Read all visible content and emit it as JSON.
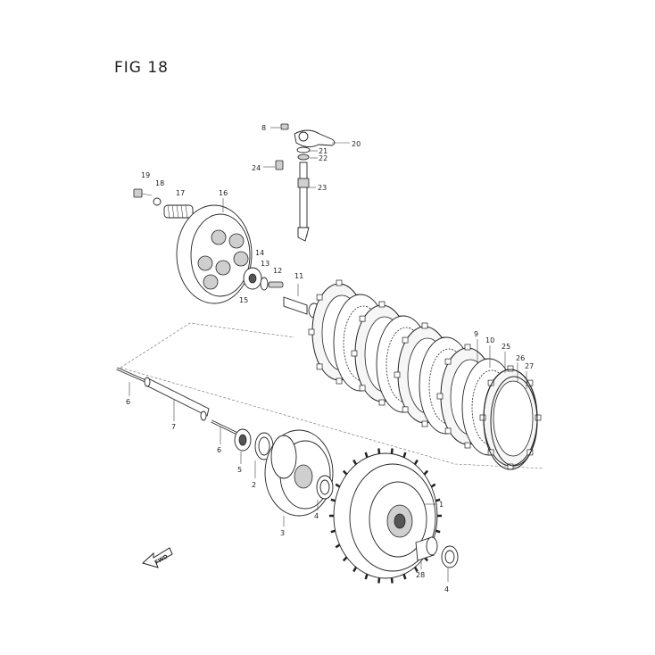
{
  "figure": {
    "title": "FIG 18"
  },
  "callouts": [
    {
      "id": "c8",
      "text": "8"
    },
    {
      "id": "c20",
      "text": "20"
    },
    {
      "id": "c21",
      "text": "21"
    },
    {
      "id": "c22",
      "text": "22"
    },
    {
      "id": "c24",
      "text": "24"
    },
    {
      "id": "c23",
      "text": "23"
    },
    {
      "id": "c19",
      "text": "19"
    },
    {
      "id": "c18",
      "text": "18"
    },
    {
      "id": "c17",
      "text": "17"
    },
    {
      "id": "c16",
      "text": "16"
    },
    {
      "id": "c14",
      "text": "14"
    },
    {
      "id": "c13",
      "text": "13"
    },
    {
      "id": "c12",
      "text": "12"
    },
    {
      "id": "c11",
      "text": "11"
    },
    {
      "id": "c15",
      "text": "15"
    },
    {
      "id": "c9",
      "text": "9"
    },
    {
      "id": "c10",
      "text": "10"
    },
    {
      "id": "c25",
      "text": "25"
    },
    {
      "id": "c26",
      "text": "26"
    },
    {
      "id": "c27",
      "text": "27"
    },
    {
      "id": "c6a",
      "text": "6"
    },
    {
      "id": "c7",
      "text": "7"
    },
    {
      "id": "c6b",
      "text": "6"
    },
    {
      "id": "c5",
      "text": "5"
    },
    {
      "id": "c2",
      "text": "2"
    },
    {
      "id": "c4a",
      "text": "4"
    },
    {
      "id": "c3",
      "text": "3"
    },
    {
      "id": "c1",
      "text": "1"
    },
    {
      "id": "c28",
      "text": "28"
    },
    {
      "id": "c4b",
      "text": "4"
    }
  ],
  "direction_arrow": {
    "label": "FWD"
  }
}
